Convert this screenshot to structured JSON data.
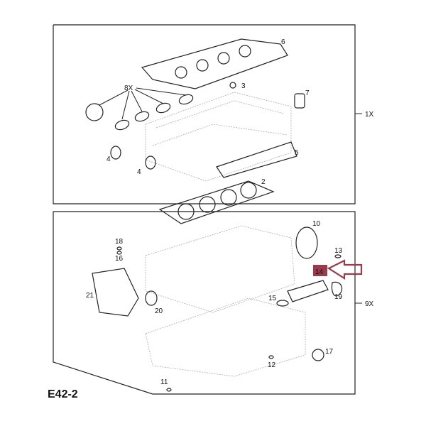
{
  "diagram_code": "E42-2",
  "quantities": {
    "upper_set": "1X",
    "lower_set": "9X"
  },
  "callouts": {
    "c6": "6",
    "c8": "8X",
    "c3": "3",
    "c7": "7",
    "c4a": "4",
    "c4b": "4",
    "c5": "5",
    "c2": "2",
    "c10": "10",
    "c18": "18",
    "c16": "16",
    "c13": "13",
    "c14": "14",
    "c21": "21",
    "c20": "20",
    "c15": "15",
    "c19": "19",
    "c17": "17",
    "c12": "12",
    "c11": "11"
  },
  "highlight": {
    "part": "14",
    "color": "#9b3a4a"
  }
}
